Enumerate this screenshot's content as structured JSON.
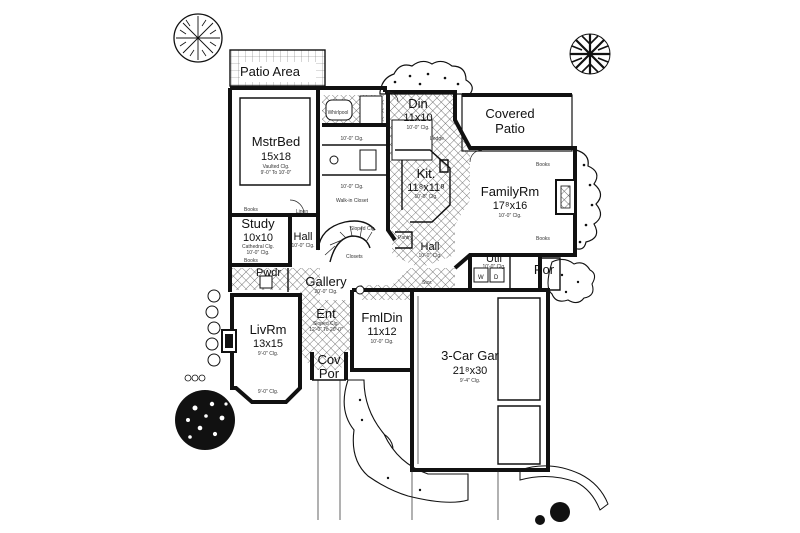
{
  "rooms": {
    "patio_area": {
      "name": "Patio Area"
    },
    "mstr_bed": {
      "name": "MstrBed",
      "dim": "15x18",
      "note1": "Vaulted Clg.",
      "note2": "9'-0\" To 10'-0\""
    },
    "din": {
      "name": "Din",
      "dim": "11x10",
      "note": "10'-0\" Clg."
    },
    "covered_patio": {
      "name1": "Covered",
      "name2": "Patio"
    },
    "family_rm": {
      "name": "FamilyRm",
      "dim": "17⁸x16",
      "note": "10'-0\" Clg."
    },
    "kit": {
      "name": "Kit.",
      "dim": "11⁸x11⁸",
      "note": "10'-0\" Clg."
    },
    "study": {
      "name": "Study",
      "dim": "10x10",
      "note1": "Cathedral Clg.",
      "note2": "10'-0\" Clg."
    },
    "hall_left": {
      "name": "Hall",
      "note": "10'-0\" Clg."
    },
    "hall_right": {
      "name": "Hall",
      "note": "10'-0\" Clg."
    },
    "pwdr": {
      "name": "Pwdr"
    },
    "gallery": {
      "name": "Gallery",
      "note": "20'-0\" Clg."
    },
    "util": {
      "name": "Util",
      "note": "10'-0\" Clg."
    },
    "por_right": {
      "name": "Por"
    },
    "ent": {
      "name": "Ent",
      "note1": "Sloped Clg.",
      "note2": "12'-0\" To 20'-0\""
    },
    "fml_din": {
      "name": "FmlDin",
      "dim": "11x12",
      "note": "10'-0\" Clg."
    },
    "liv_rm": {
      "name": "LivRm",
      "dim": "13x15",
      "note1": "9'-0\" Clg.",
      "note2": "9'-0\" Clg."
    },
    "three_car_gar": {
      "name": "3-Car Gar",
      "dim": "21⁸x30",
      "note": "9'-4\" Clg."
    },
    "cov_por": {
      "name1": "Cov",
      "name2": "Por"
    }
  },
  "small_labels": {
    "whirlpool": "Whirlpool",
    "bath_clg": "10'-0\" Clg.",
    "closet_clg": "10'-0\" Clg.",
    "walk_in_closet": "Walk-in Closet",
    "linen": "Linen",
    "books_study_top": "Books",
    "books_study_bottom": "Books",
    "books_family_top": "Books",
    "books_family_bottom": "Books",
    "ledge": "Ledge",
    "pantry": "Pantry",
    "closets": "Closets",
    "stor": "Stor.",
    "sloped_clg": "Sloped Clg.",
    "w": "W",
    "d": "D"
  }
}
